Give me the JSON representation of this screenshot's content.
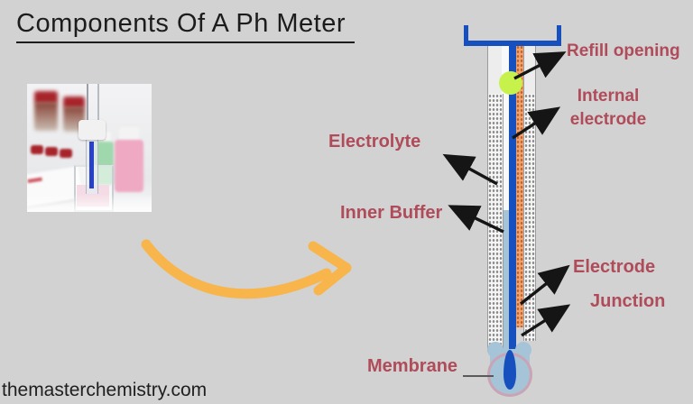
{
  "page": {
    "background": "#d2d2d2",
    "title": "Components Of A Ph Meter",
    "watermark": "themasterchemistry.com"
  },
  "diagram": {
    "labels": {
      "refill_opening": "Refill opening",
      "internal_electrode": "Internal electrode",
      "electrolyte": "Electrolyte",
      "inner_buffer": "Inner Buffer",
      "electrode": "Electrode",
      "junction": "Junction",
      "membrane": "Membrane"
    },
    "colors": {
      "label_text": "#b04b5a",
      "glass_blue": "#1550be",
      "internal_electrode_orange": "#f0a36d",
      "refill_opening_green": "#c6f24b",
      "inner_buffer_blue": "#a5c4d8",
      "bulb_outline_pink": "#c9a4b4",
      "pointer_arrow_black": "#151515",
      "flow_arrow_orange": "#f8b54c"
    }
  }
}
